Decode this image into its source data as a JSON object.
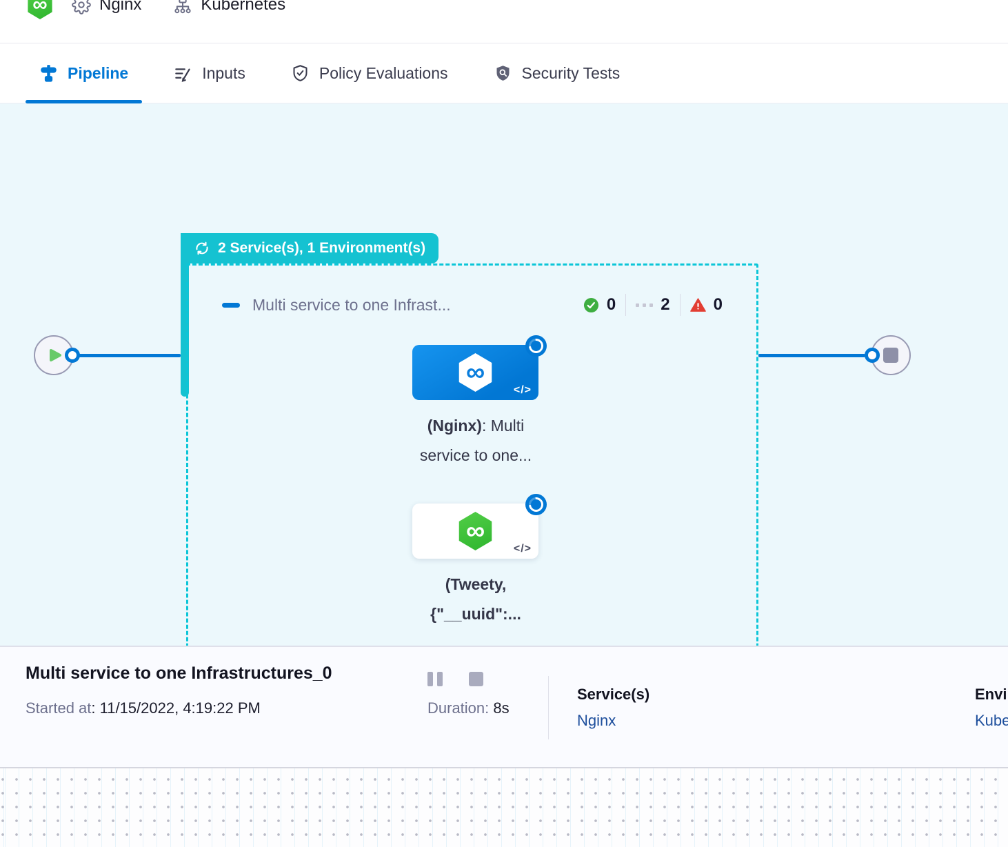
{
  "colors": {
    "teal": "#15c2d1",
    "blue": "#0278d5",
    "green": "#3eae41",
    "red": "#e23e33",
    "link_navy": "#1d4e9c",
    "canvas_bg": "#ecf8fc"
  },
  "icons": {
    "infinity": "∞",
    "code": "</>"
  },
  "header": {
    "items": [
      {
        "label": "Nginx"
      },
      {
        "label": "Kubernetes"
      }
    ]
  },
  "tabs": [
    {
      "label": "Pipeline",
      "active": true
    },
    {
      "label": "Inputs",
      "active": false
    },
    {
      "label": "Policy Evaluations",
      "active": false
    },
    {
      "label": "Security Tests",
      "active": false
    }
  ],
  "canvas": {
    "badge": "2 Service(s), 1 Environment(s)",
    "stage_group": {
      "title": "Multi service to one Infrast...",
      "success_count": "0",
      "pending_count": "2",
      "failed_count": "0"
    },
    "nodes": {
      "nginx": {
        "bold": "(Nginx)",
        "rest": ": Multi",
        "line2": "service to one..."
      },
      "tweety": {
        "line1": "(Tweety,",
        "line2": "{\"__uuid\":..."
      }
    }
  },
  "footer": {
    "title": "Multi service to one Infrastructures_0",
    "started_label": "Started at",
    "started_value": ": 11/15/2022, 4:19:22 PM",
    "duration_label": "Duration:",
    "duration_value": " 8s",
    "services_label": "Service(s)",
    "services_value": "Nginx",
    "env_label": "Environment(s)",
    "env_value": "Kubernetes"
  }
}
